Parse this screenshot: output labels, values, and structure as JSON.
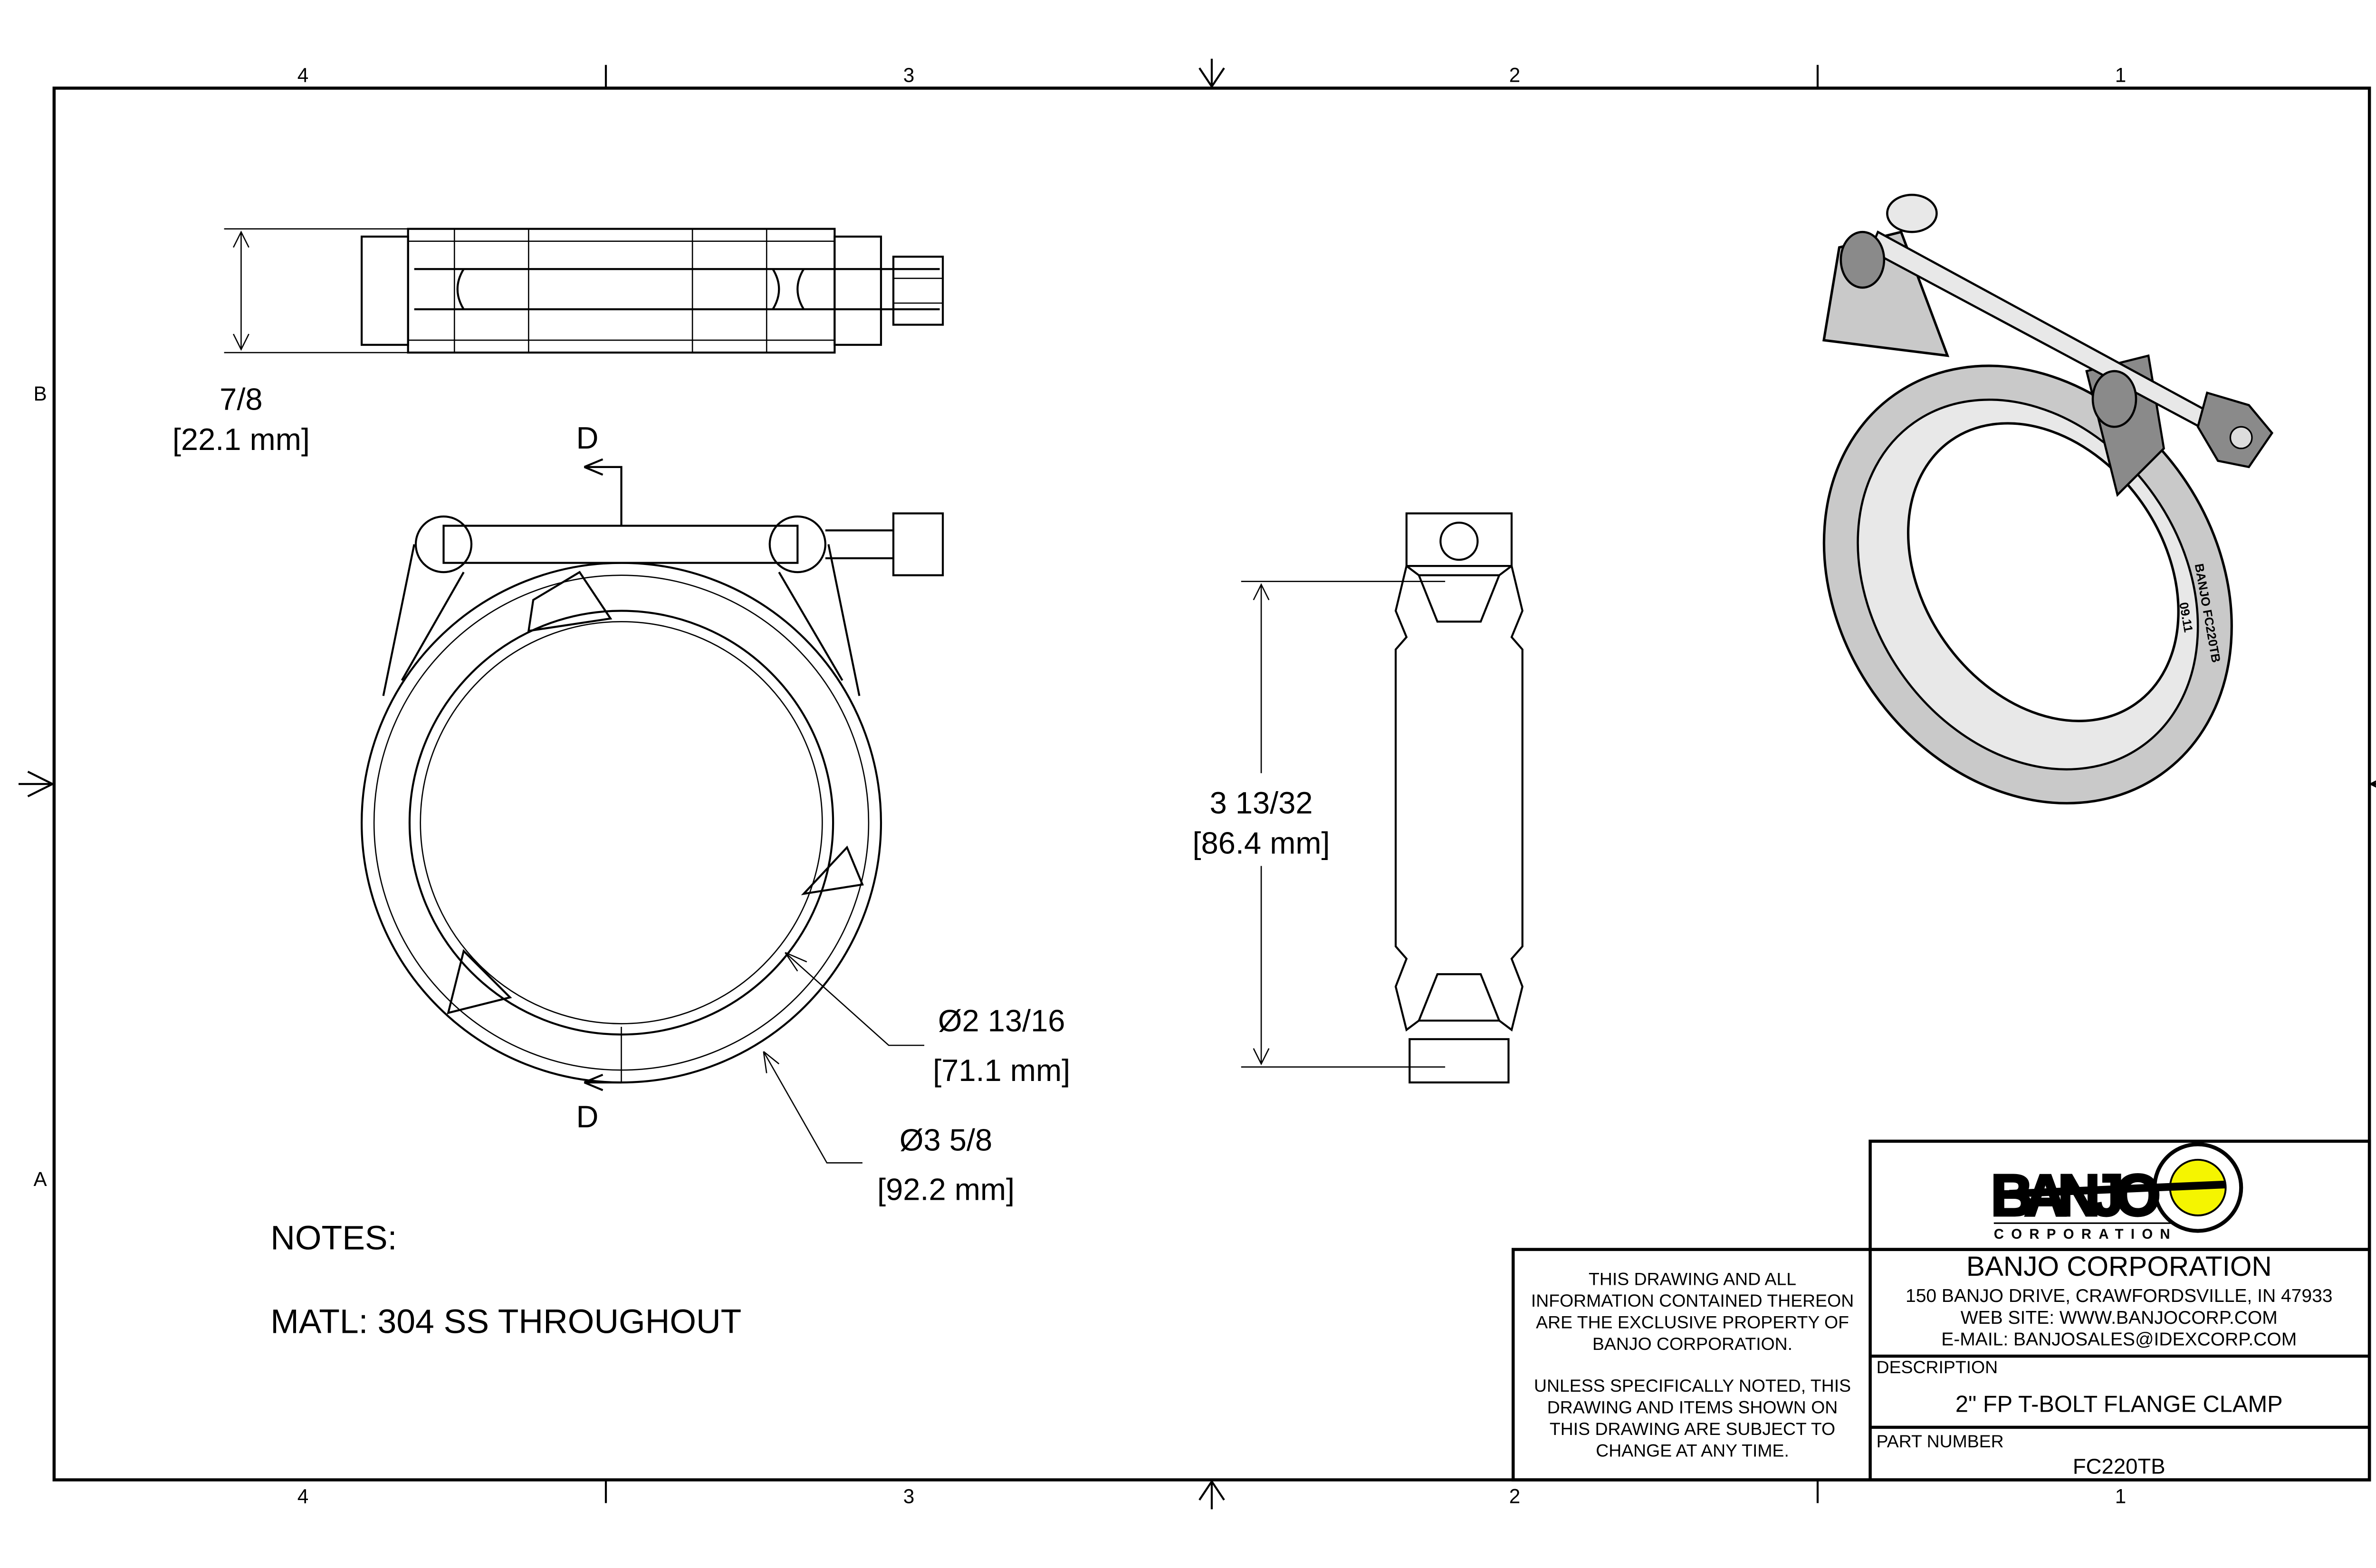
{
  "border": {
    "columns": [
      "4",
      "3",
      "2",
      "1"
    ],
    "rows": [
      "B",
      "A"
    ]
  },
  "views": {
    "top": {
      "dim_frac": "7/8",
      "dim_mm": "[22.1 mm]"
    },
    "front": {
      "section_label": "D",
      "inner_dia": "Ø2 13/16",
      "inner_dia_mm": "[71.1 mm]",
      "outer_dia": "Ø3 5/8",
      "outer_dia_mm": "[92.2 mm]"
    },
    "section": {
      "dim_frac": "3 13/32",
      "dim_mm": "[86.4 mm]"
    },
    "iso": {
      "stamp_line1": "BANJO FC220TB",
      "stamp_line2": "09.11"
    }
  },
  "notes": {
    "heading": "NOTES:",
    "material": "MATL: 304 SS THROUGHOUT"
  },
  "title_block": {
    "logo_text": "BANJO",
    "logo_sub": "CORPORATION",
    "disclaimer_1": [
      "THIS DRAWING AND ALL",
      "INFORMATION CONTAINED THEREON",
      "ARE THE EXCLUSIVE PROPERTY OF",
      "BANJO CORPORATION."
    ],
    "disclaimer_2": [
      "UNLESS SPECIFICALLY NOTED, THIS",
      "DRAWING AND ITEMS SHOWN ON",
      "THIS DRAWING ARE SUBJECT TO",
      "CHANGE AT ANY TIME."
    ],
    "company": "BANJO CORPORATION",
    "address": "150 BANJO DRIVE, CRAWFORDSVILLE, IN 47933",
    "website": "WEB SITE: WWW.BANJOCORP.COM",
    "email": "E-MAIL: BANJOSALES@IDEXCORP.COM",
    "description_label": "DESCRIPTION",
    "description": "2\" FP T-BOLT FLANGE CLAMP",
    "part_number_label": "PART NUMBER",
    "part_number": "FC220TB"
  },
  "colors": {
    "logo_yellow": "#f5f500"
  }
}
